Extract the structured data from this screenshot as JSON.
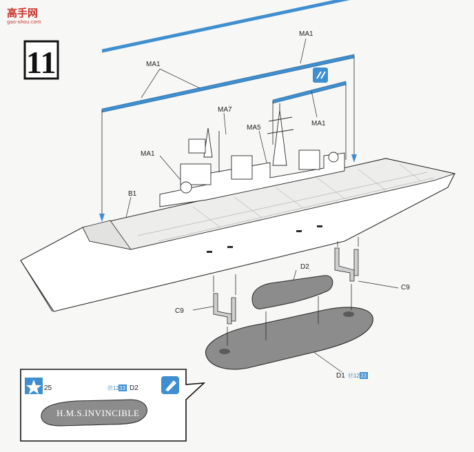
{
  "watermark": {
    "title": "高手网",
    "domain": "gao-shou.com"
  },
  "step": {
    "number": "11"
  },
  "labels": {
    "ma1_top": "MA1",
    "ma1_left": "MA1",
    "ma1_right": "MA1",
    "ma1_deck": "MA1",
    "ma7": "MA7",
    "ma5": "MA5",
    "b1": "B1",
    "d2": "D2",
    "c9_left": "C9",
    "c9_right": "C9",
    "d1": "D1"
  },
  "part_refs": {
    "d1_ref": "⑰12",
    "d1_num": "33",
    "inset_ref": "⑰12",
    "inset_num": "33",
    "inset_part": "D2"
  },
  "inset": {
    "star_number": "25",
    "plate_text": "H.M.S.INVINCIBLE"
  },
  "colors": {
    "accent_blue": "#3f8fd0",
    "part_grey": "#8c8c8c",
    "line": "#2a2a2a"
  },
  "icons": [
    "star-icon",
    "paint-brush-icon",
    "glue-icon"
  ]
}
